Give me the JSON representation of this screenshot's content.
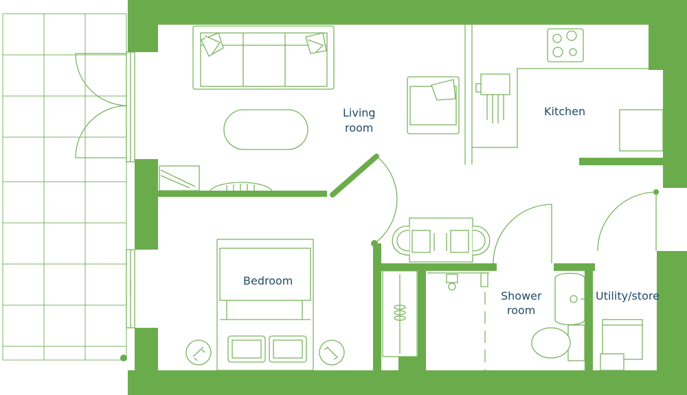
{
  "rooms": {
    "living_line1": "Living",
    "living_line2": "room",
    "kitchen": "Kitchen",
    "bedroom": "Bedroom",
    "shower_line1": "Shower",
    "shower_line2": "room",
    "utility": "Utility/store"
  },
  "colors": {
    "wall": "#6aac4b",
    "line": "#78b35e",
    "label": "#1f4a66",
    "background": "#ffffff"
  }
}
